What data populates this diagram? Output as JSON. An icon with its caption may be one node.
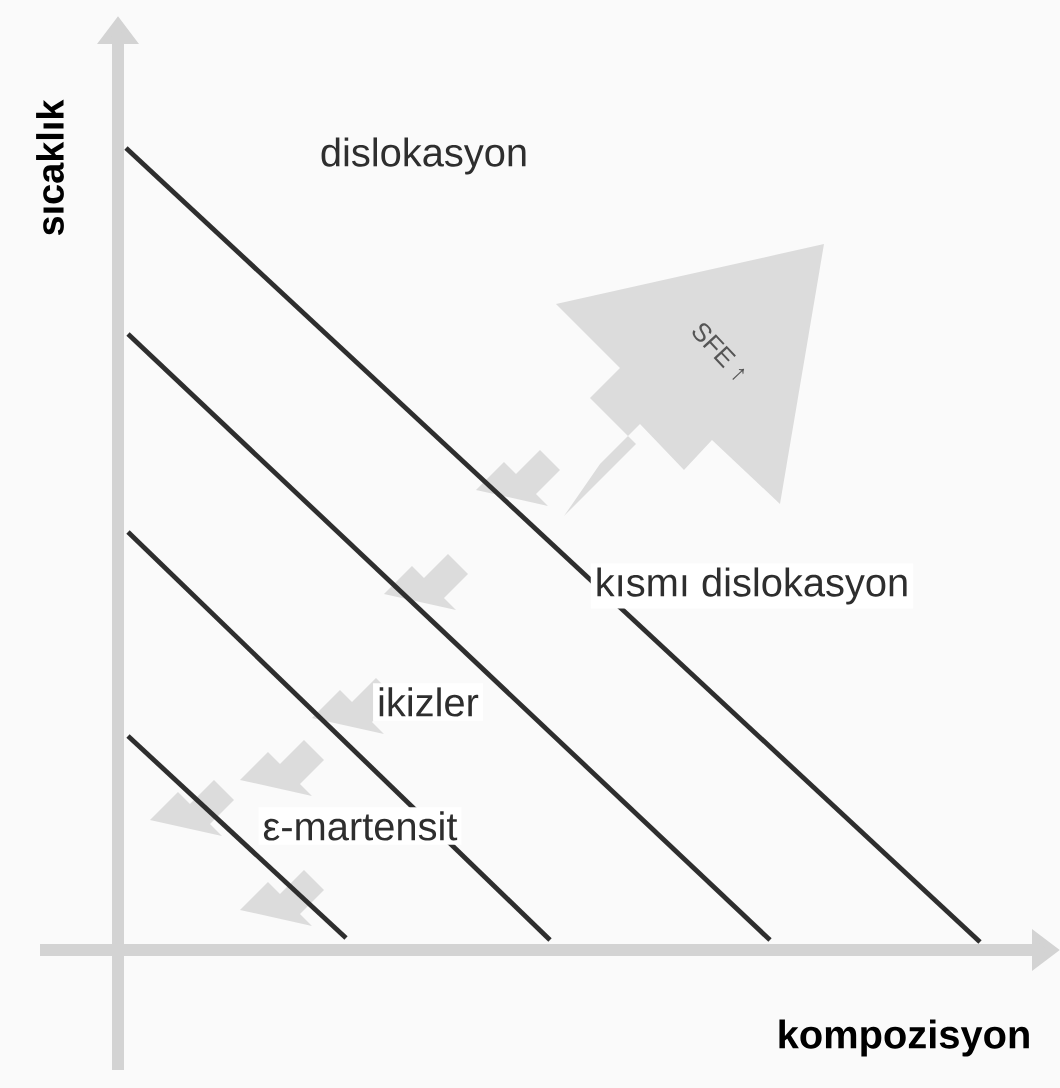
{
  "diagram": {
    "labels": [
      "sıcaklık",
      "dislokasyon",
      "SFE ↑",
      "kısmı dislokasyon",
      "ikizler",
      "ε-martensit",
      "kompozisyon"
    ]
  }
}
